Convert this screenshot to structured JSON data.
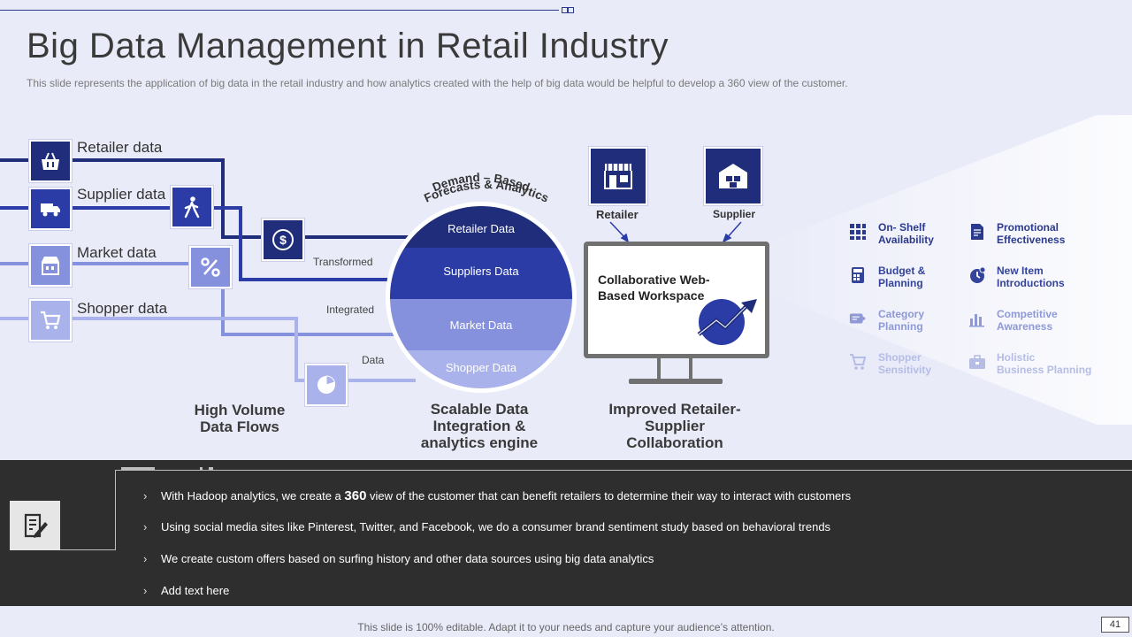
{
  "title": "Big Data Management in Retail Industry",
  "subtitle": "This slide represents the application of big data in the retail industry and how analytics created with the help of big data would be helpful to develop a 360 view of the customer.",
  "flows": {
    "retailer": "Retailer data",
    "supplier": "Supplier data",
    "market": "Market data",
    "shopper": "Shopper data",
    "transformed": "Transformed",
    "integrated": "Integrated",
    "data": "Data"
  },
  "engine": {
    "arc_title_line1": "Demand – Based",
    "arc_title_line2": "Forecasts & Analytics",
    "bands": [
      "Retailer Data",
      "Suppliers Data",
      "Market Data",
      "Shopper Data"
    ]
  },
  "workspace": {
    "retailer": "Retailer",
    "supplier": "Supplier",
    "screen_text_line1": "Collaborative Web-",
    "screen_text_line2": "Based Workspace"
  },
  "captions": {
    "flows_line1": "High Volume",
    "flows_line2": "Data Flows",
    "engine_line1": "Scalable Data",
    "engine_line2": "Integration &",
    "engine_line3": "analytics engine",
    "collab_line1": "Improved Retailer-",
    "collab_line2": "Supplier",
    "collab_line3": "Collaboration"
  },
  "features": [
    {
      "line1": "On- Shelf",
      "line2": "Availability",
      "color": "#2b3a8c",
      "icon": "grid-icon"
    },
    {
      "line1": "Promotional",
      "line2": "Effectiveness",
      "color": "#2b3a8c",
      "icon": "document-icon"
    },
    {
      "line1": "Budget &",
      "line2": "Planning",
      "color": "#34449a",
      "icon": "calculator-icon"
    },
    {
      "line1": "New Item",
      "line2": "Introductions",
      "color": "#34449a",
      "icon": "new-item-icon"
    },
    {
      "line1": "Category",
      "line2": "Planning",
      "color": "#8e99d6",
      "icon": "category-icon"
    },
    {
      "line1": "Competitive",
      "line2": "Awareness",
      "color": "#8e99d6",
      "icon": "chart-icon"
    },
    {
      "line1": "Shopper",
      "line2": "Sensitivity",
      "color": "#b5bde5",
      "icon": "cart-icon"
    },
    {
      "line1": "Holistic",
      "line2": "Business Planning",
      "color": "#b5bde5",
      "icon": "briefcase-icon"
    }
  ],
  "bullets": {
    "b1_pre": "With Hadoop analytics, we create a ",
    "b1_bold": "360",
    "b1_post": " view of the customer that can benefit retailers to determine their way to interact with customers",
    "b2": "Using social media sites like Pinterest, Twitter, and Facebook, we do a consumer brand sentiment study based on behavioral trends",
    "b3": "We create custom offers based on surfing history and other data sources using big data analytics",
    "b4": "Add text here",
    "chevron": "›"
  },
  "footer": "This slide is 100% editable. Adapt it to your needs and capture your audience’s attention.",
  "page_number": "41",
  "colors": {
    "navy": "#1f2d7a",
    "blue": "#2b3ca6",
    "mid": "#8591dd",
    "light": "#a9b2ea",
    "background": "#e9ebf8",
    "dark_panel": "#2e2e2e"
  }
}
